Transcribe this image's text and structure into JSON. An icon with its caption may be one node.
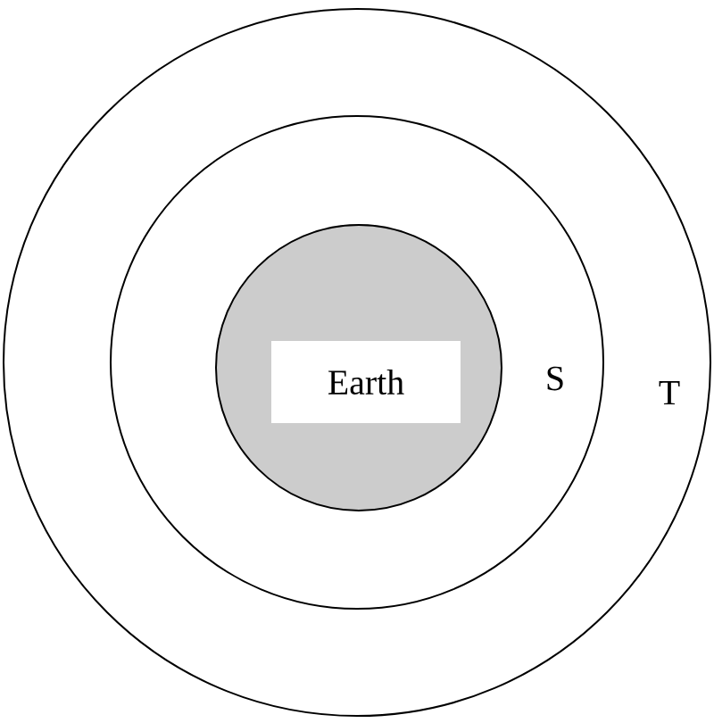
{
  "diagram": {
    "nodes": [
      {
        "text": [],
        "shape": "circle",
        "beside": [
          "T"
        ]
      },
      {
        "text": [],
        "shape": "circle",
        "in": 0,
        "beside": [
          "S"
        ]
      },
      {
        "text": [
          "Earth"
        ],
        "in": 1
      }
    ]
  }
}
